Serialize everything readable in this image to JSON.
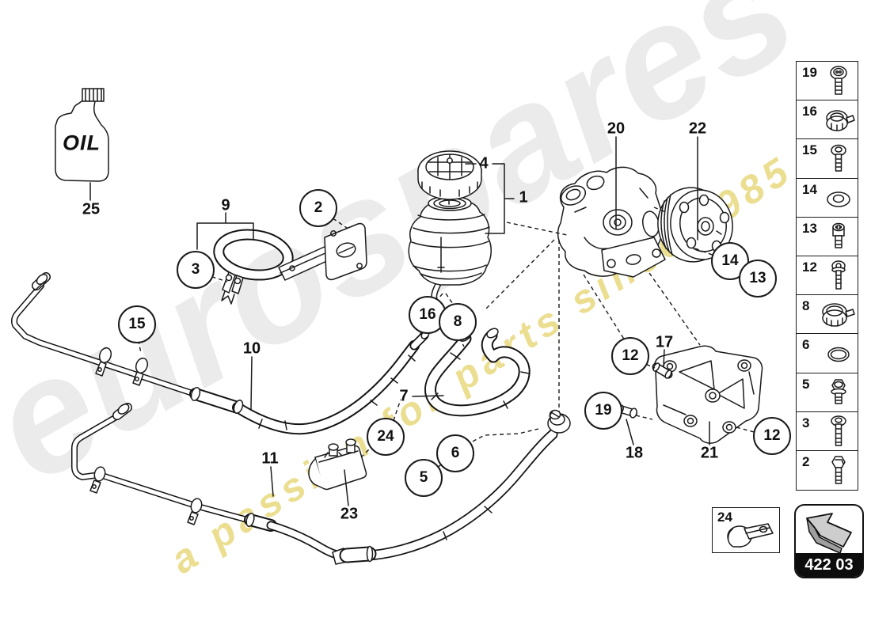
{
  "watermark": {
    "brand": "eurospares",
    "tagline": "a passion for parts since 1985"
  },
  "oil_jug": {
    "label": "OIL"
  },
  "diagram_ref": {
    "code": "422 03"
  },
  "inset_box": {
    "num": "24",
    "icon": "p-clamp"
  },
  "callouts_circled": [
    {
      "num": "2"
    },
    {
      "num": "3"
    },
    {
      "num": "15"
    },
    {
      "num": "16"
    },
    {
      "num": "8"
    },
    {
      "num": "14"
    },
    {
      "num": "13"
    },
    {
      "num": "12"
    },
    {
      "num": "19"
    },
    {
      "num": "12"
    },
    {
      "num": "24"
    },
    {
      "num": "6"
    },
    {
      "num": "5"
    }
  ],
  "labels_plain": [
    {
      "num": "25"
    },
    {
      "num": "9"
    },
    {
      "num": "4"
    },
    {
      "num": "1"
    },
    {
      "num": "20"
    },
    {
      "num": "22"
    },
    {
      "num": "10"
    },
    {
      "num": "7"
    },
    {
      "num": "17"
    },
    {
      "num": "18"
    },
    {
      "num": "21"
    },
    {
      "num": "11"
    },
    {
      "num": "23"
    }
  ],
  "sidebar": {
    "items": [
      {
        "num": "19",
        "icon": "socket-head-bolt"
      },
      {
        "num": "16",
        "icon": "hose-clamp"
      },
      {
        "num": "15",
        "icon": "pan-head-screw"
      },
      {
        "num": "14",
        "icon": "washer"
      },
      {
        "num": "13",
        "icon": "short-socket-bolt"
      },
      {
        "num": "12",
        "icon": "torx-screw"
      },
      {
        "num": "8",
        "icon": "hose-clamp-large"
      },
      {
        "num": "6",
        "icon": "seal-ring"
      },
      {
        "num": "5",
        "icon": "hex-flange-bolt"
      },
      {
        "num": "3",
        "icon": "pan-head-screw-long"
      },
      {
        "num": "2",
        "icon": "hex-bolt"
      }
    ]
  }
}
